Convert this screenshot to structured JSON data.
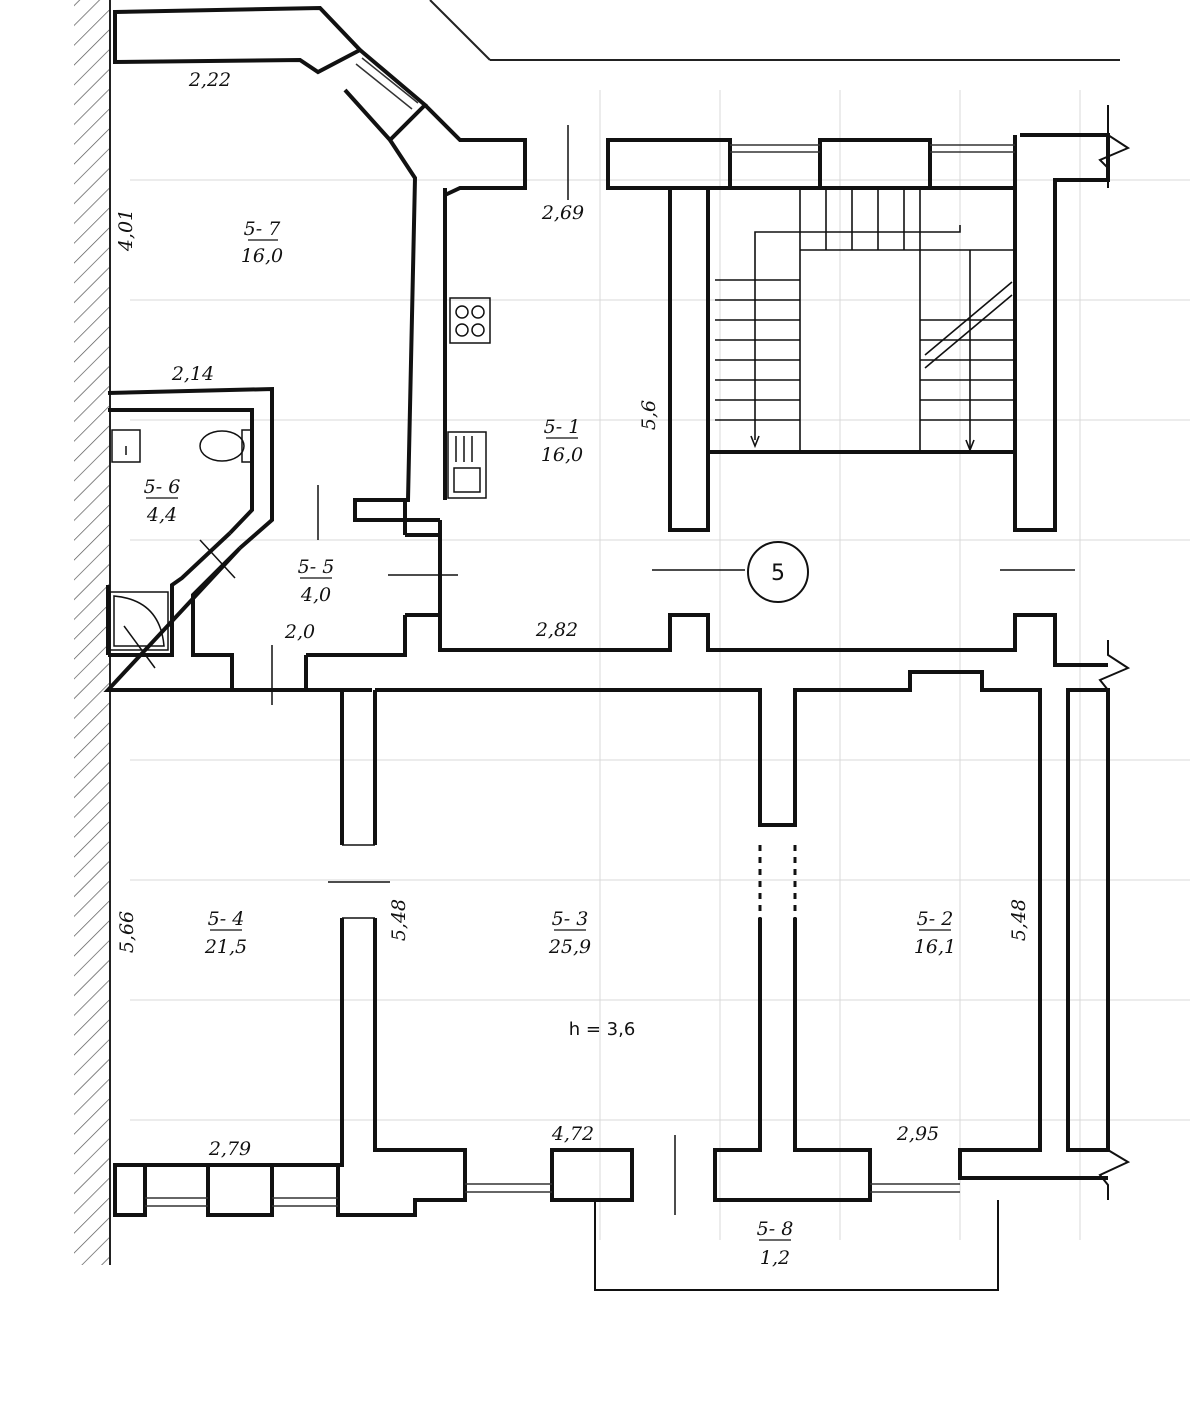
{
  "plan": {
    "section_marker": "5",
    "ceiling_height": "h = 3,6",
    "rooms": [
      {
        "id": "5- 1",
        "area": "16,0"
      },
      {
        "id": "5- 2",
        "area": "16,1"
      },
      {
        "id": "5- 3",
        "area": "25,9"
      },
      {
        "id": "5- 4",
        "area": "21,5"
      },
      {
        "id": "5- 5",
        "area": "4,0"
      },
      {
        "id": "5- 6",
        "area": "4,4"
      },
      {
        "id": "5- 7",
        "area": "16,0"
      },
      {
        "id": "5- 8",
        "area": "1,2"
      }
    ],
    "dimensions": {
      "d_222": "2,22",
      "d_401": "4,01",
      "d_269": "2,69",
      "d_214": "2,14",
      "d_56": "5,6",
      "d_20": "2,0",
      "d_282": "2,82",
      "d_566": "5,66",
      "d_548_left": "5,48",
      "d_548_right": "5,48",
      "d_279": "2,79",
      "d_472": "4,72",
      "d_295": "2,95"
    },
    "icons": [
      "stove-icon",
      "sink-icon",
      "toilet-icon",
      "washbasin-icon",
      "corner-bathtub-icon",
      "staircase"
    ]
  }
}
